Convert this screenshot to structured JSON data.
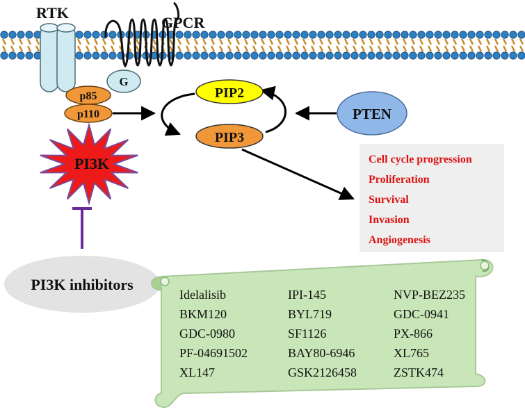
{
  "labels": {
    "rtk": "RTK",
    "gpcr": "GPCR",
    "g": "G",
    "p85": "p85",
    "p110": "p110",
    "pi3k": "PI3K",
    "pip2": "PIP2",
    "pip3": "PIP3",
    "pten": "PTEN",
    "inhibitors": "PI3K inhibitors"
  },
  "outcomes": [
    "Cell cycle progression",
    "Proliferation",
    "Survival",
    "Invasion",
    "Angiogenesis"
  ],
  "drugs": [
    [
      "Idelalisib",
      "IPI-145",
      "NVP-BEZ235"
    ],
    [
      "BKM120",
      "BYL719",
      "GDC-0941"
    ],
    [
      "GDC-0980",
      "SF1126",
      "PX-866"
    ],
    [
      "PF-04691502",
      "BAY80-6946",
      "XL765"
    ],
    [
      "XL147",
      "GSK2126458",
      "ZSTK474"
    ]
  ],
  "colors": {
    "membrane_head": "#2e7fc0",
    "membrane_tail": "#c68a2a",
    "rtk": "#cfeaf0",
    "g_protein": "#cfeaf0",
    "p85": "#f0973a",
    "p110": "#f0973a",
    "pi3k_star": "#ee1a1a",
    "pip2": "#ffff00",
    "pip3": "#f0973a",
    "pten": "#8fb8e8",
    "outcome_text": "#dd1111",
    "outcome_box": "#efefef",
    "inhibitor_ellipse": "#e3e3e3",
    "inhibitor_line": "#6a2a9a",
    "scroll": "#c8e6b8"
  }
}
